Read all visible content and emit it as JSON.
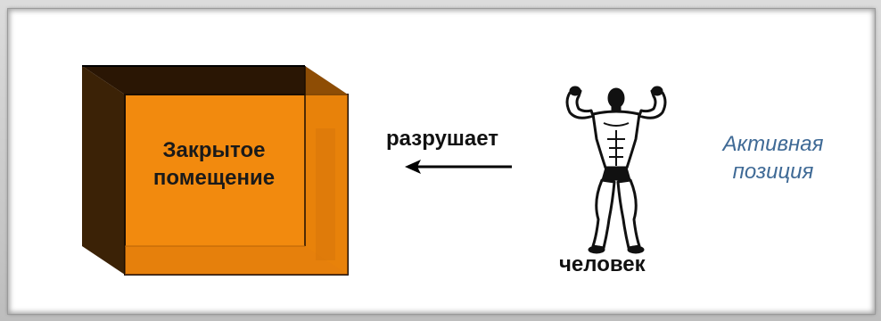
{
  "box": {
    "label": "Закрытое помещение",
    "front_color": "#f28a0e",
    "side_color": "#3b2206"
  },
  "action": {
    "verb": "разрушает",
    "arrow": "left-arrow"
  },
  "person": {
    "label": "человек",
    "figure": "bodybuilder-figure"
  },
  "position": {
    "label": "Активная позиция",
    "color": "#3f6a96"
  }
}
